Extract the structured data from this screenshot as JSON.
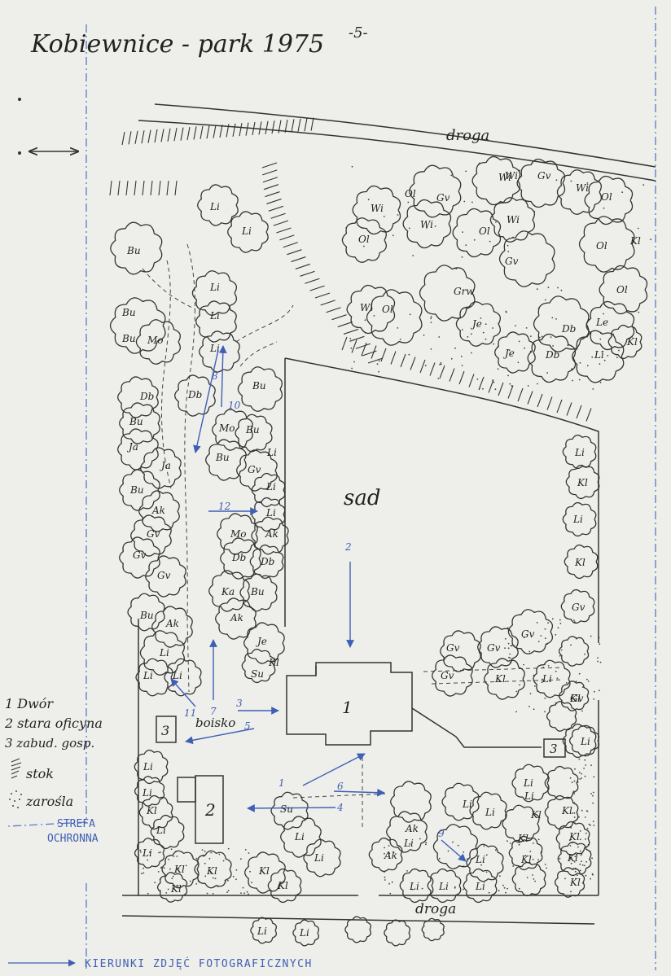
{
  "header": {
    "title": "Kobiewnice - park 1975",
    "page_number": "-5-"
  },
  "map": {
    "area_labels": {
      "orchard": "sad",
      "road_top": "droga",
      "road_bottom": "droga",
      "sports_field": "boisko"
    },
    "buildings": {
      "manor": "1",
      "annex": "2",
      "farm_a": "3",
      "farm_b": "3"
    },
    "photo_directions": [
      "1",
      "2",
      "3",
      "4",
      "5",
      "6",
      "7",
      "8",
      "9",
      "10",
      "11",
      "12"
    ],
    "trees": [
      "Li",
      "Li",
      "Bu",
      "Li",
      "Li",
      "Li",
      "Bu",
      "Bu",
      "Mo",
      "Db",
      "Db",
      "Bu",
      "Ja",
      "Ja",
      "Bu",
      "Ak",
      "Gv",
      "Gv",
      "Gv",
      "Bu",
      "Ak",
      "Li",
      "Li",
      "Li",
      "Bu",
      "Mo",
      "Bu",
      "Bu",
      "Gv",
      "Li",
      "Li",
      "Li",
      "Mo",
      "Ak",
      "Db",
      "Db",
      "Ka",
      "Bu",
      "Ak",
      "Je",
      "Kl",
      "Su",
      "Wi",
      "Ol",
      "Gv",
      "Wi",
      "Ol",
      "Wi",
      "Ol",
      "Wi",
      "Wi",
      "Ol",
      "Ol",
      "Gv",
      "Wi",
      "Ol",
      "Kl",
      "Ol",
      "Wi",
      "Gv",
      "Grw",
      "Je",
      "Db",
      "Le",
      "Je",
      "Db",
      "Li",
      "Kl",
      "Li",
      "Kl",
      "Li",
      "Kl",
      "Gv",
      "Gv",
      "Gv",
      "Gv",
      "Gv",
      "Gv",
      "Kl",
      "Li",
      "Kl",
      "Li",
      "Li",
      "Li",
      "Kl",
      "Li",
      "Li",
      "Kl",
      "Kl",
      "Kl",
      "Kl",
      "Kl",
      "Su",
      "Li",
      "Li",
      "Ak",
      "Ak",
      "Li",
      "Li",
      "Li",
      "Li",
      "Li",
      "Li",
      "Kl",
      "Kl",
      "Kl",
      "Kl",
      "Kl",
      "Kl",
      "Kl",
      "Li",
      "Li",
      "Li",
      "Li",
      "Li"
    ]
  },
  "legend": {
    "items": [
      "1 Dwór",
      "2 stara oficyna",
      "3 zabud. gosp.",
      "stok",
      "zarośla"
    ],
    "protection_zone": [
      "STREFA",
      "OCHRONNA"
    ],
    "photo_directions": "KIERUNKI ZDJĘĆ FOTOGRAFICZNYCH"
  }
}
